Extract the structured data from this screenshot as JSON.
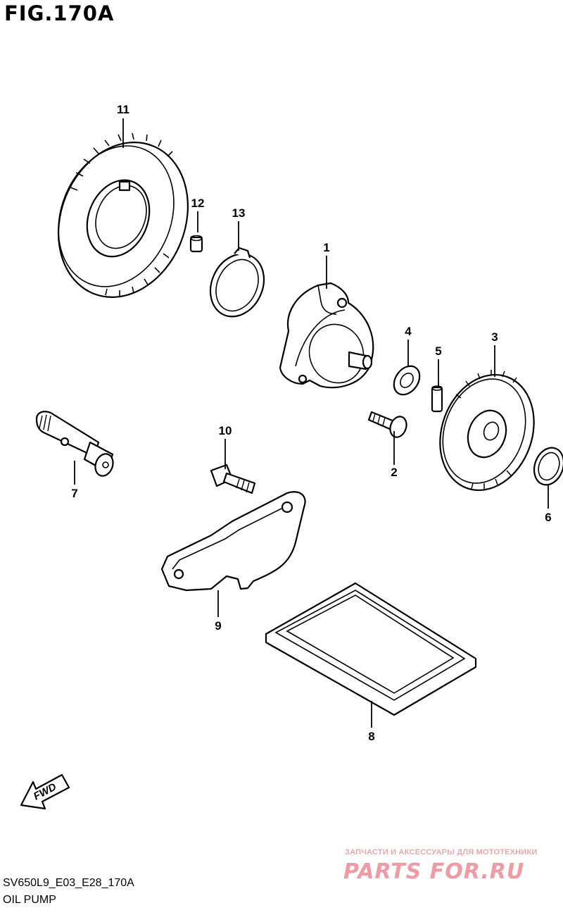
{
  "figure": {
    "title": "FIG.170A",
    "code": "SV650L9_E03_E28_170A",
    "name": "OIL PUMP"
  },
  "direction_marker": {
    "label": "FWD",
    "icon": "fwd-arrow-icon"
  },
  "callouts": [
    "1",
    "2",
    "3",
    "4",
    "5",
    "6",
    "7",
    "8",
    "9",
    "10",
    "11",
    "12",
    "13"
  ],
  "watermark": {
    "tagline": "ЗАПЧАСТИ И АКСЕССУАРЫ ДЛЯ МОТОТЕХНИКИ",
    "brand": "PARTS FOR.RU"
  }
}
